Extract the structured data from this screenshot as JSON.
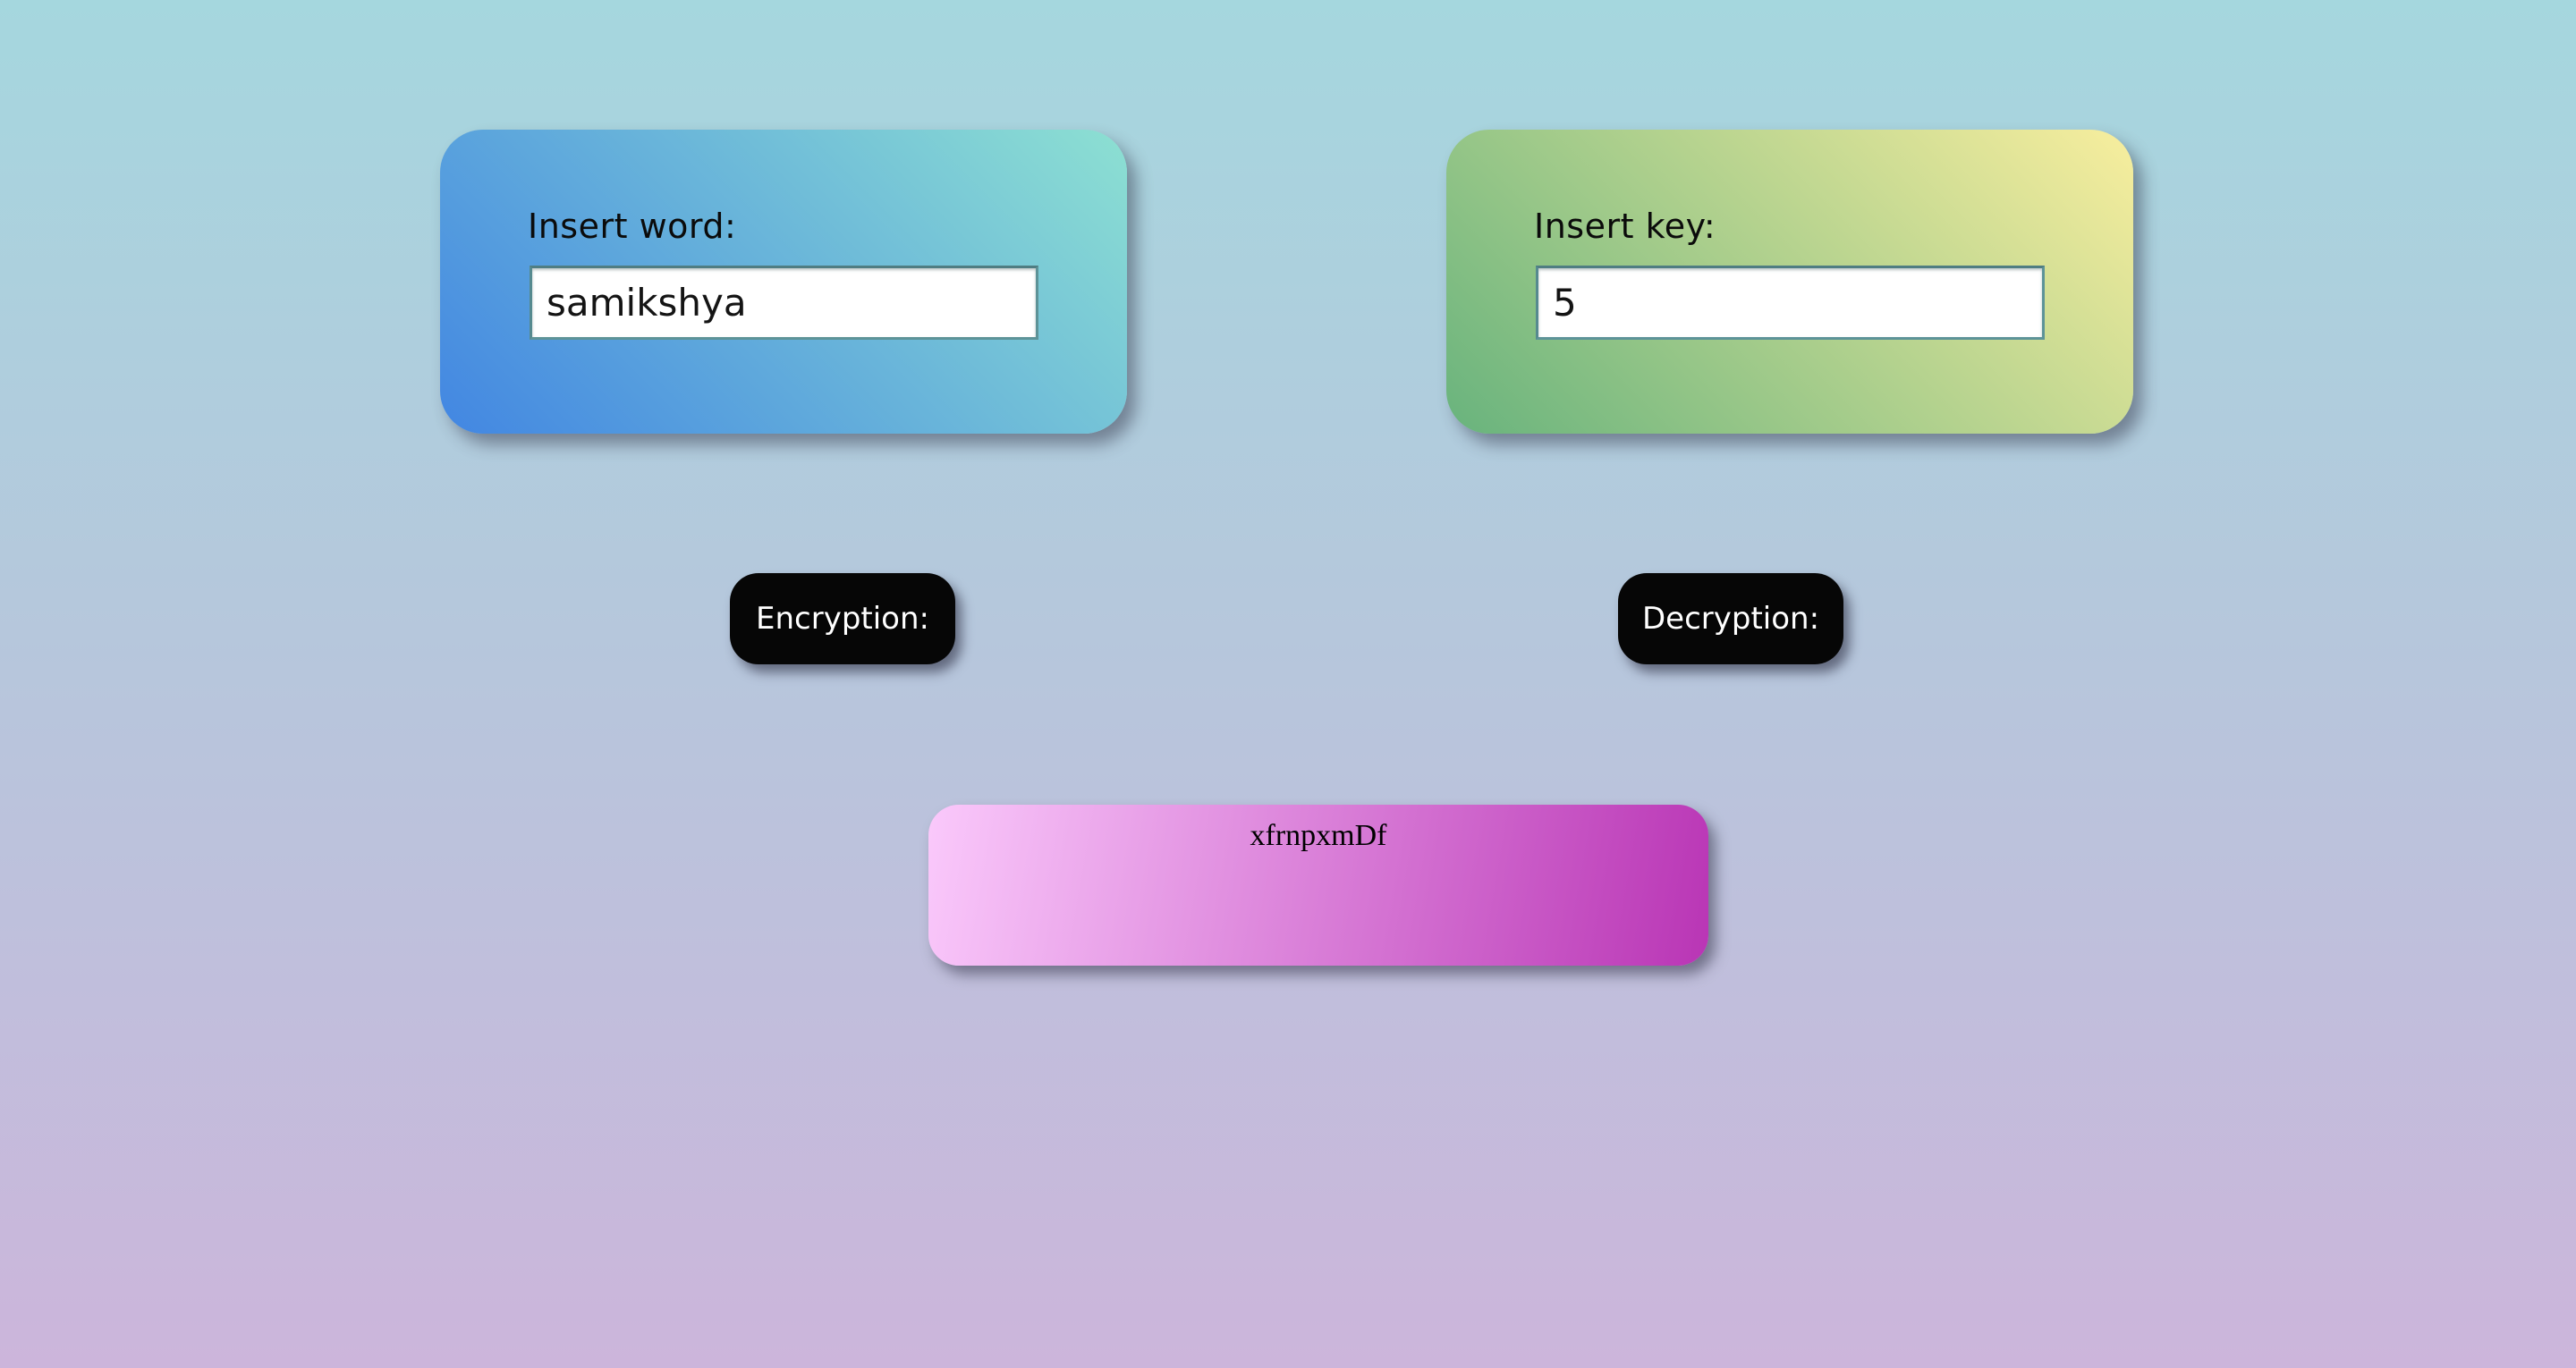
{
  "theme": {
    "background_top": "#a5d7de",
    "background_middle": "#b8c5dc",
    "background_bottom": "#ccb5db",
    "word_card_gradient_start": "#4286e2",
    "word_card_gradient_end": "#8de0d2",
    "key_card_gradient_start": "#68b37d",
    "key_card_gradient_end": "#f8ee9e",
    "result_gradient_start": "#fac9fb",
    "result_gradient_end": "#b935b5",
    "button_background": "#060606",
    "button_text_color": "#ffffff",
    "input_border_color": "#5d9398"
  },
  "word_card": {
    "label": "Insert word:",
    "input_value": "samikshya"
  },
  "key_card": {
    "label": "Insert key:",
    "input_value": "5"
  },
  "actions": {
    "encrypt_label": "Encryption:",
    "decrypt_label": "Decryption:"
  },
  "result": {
    "text": "xfrnpxmDf"
  }
}
